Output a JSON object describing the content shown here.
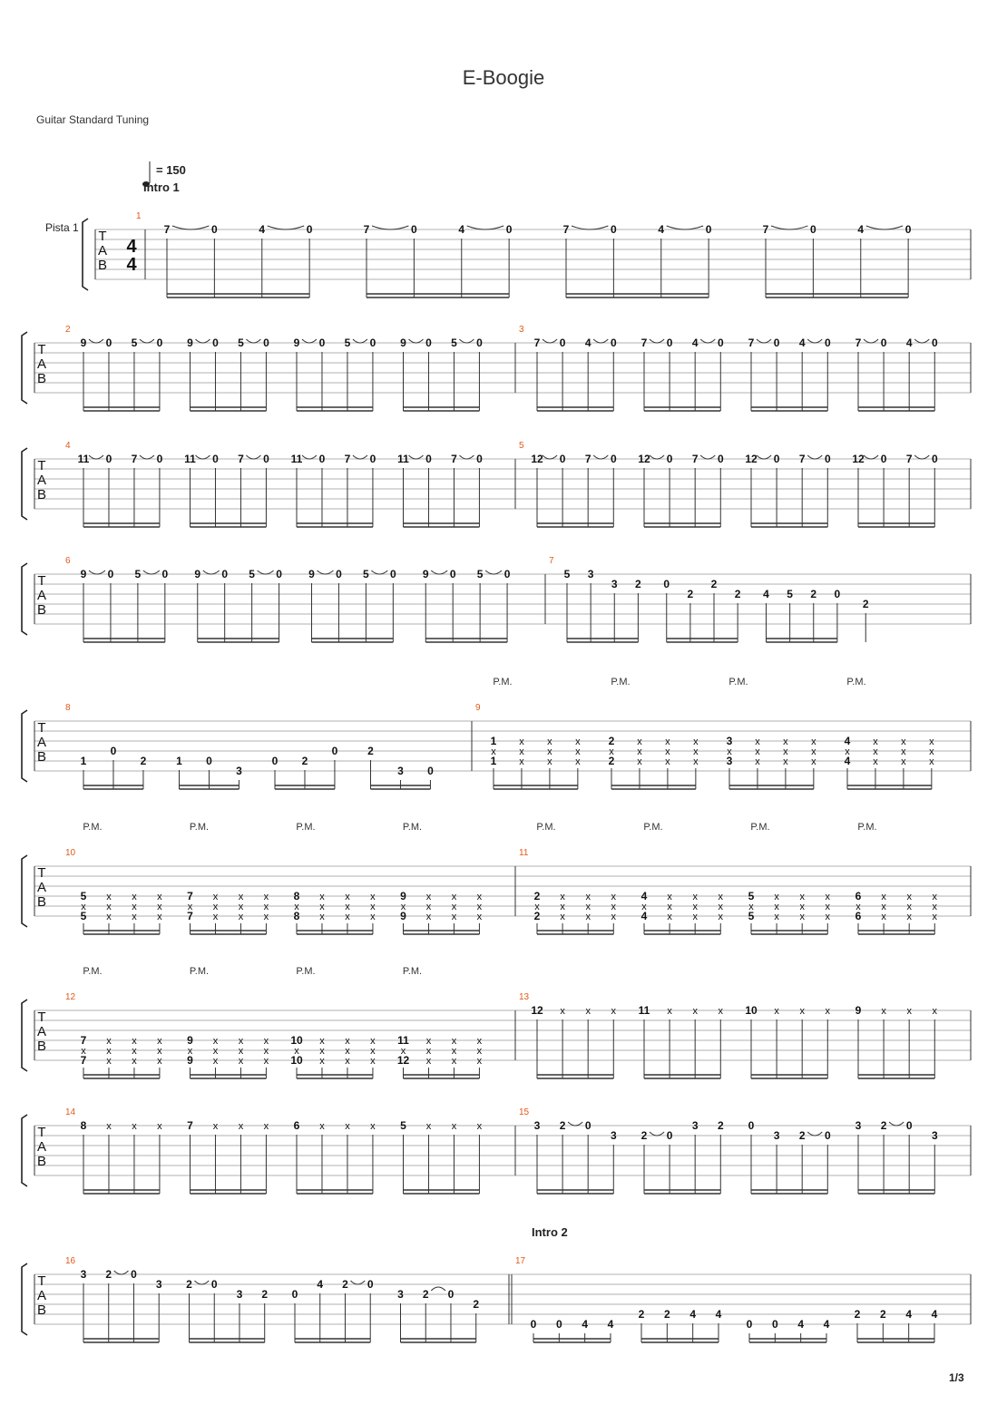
{
  "header": {
    "title": "E-Boogie",
    "tuning": "Guitar Standard Tuning",
    "track": "Pista 1",
    "tempo": "= 150",
    "page": "1/3",
    "time_sig_top": "4",
    "time_sig_bottom": "4",
    "pm_label": "P.M.",
    "clef": [
      "T",
      "A",
      "B"
    ]
  },
  "sections": [
    {
      "label": "Intro 1",
      "measure": 1
    },
    {
      "label": "Intro 2",
      "measure": 17
    }
  ],
  "measures": [
    {
      "n": 1,
      "notes": [
        {
          "f": "7",
          "s": 1,
          "tie": true
        },
        {
          "f": "0",
          "s": 1
        },
        {
          "f": "4",
          "s": 1,
          "tie": true
        },
        {
          "f": "0",
          "s": 1
        },
        {
          "f": "7",
          "s": 1,
          "tie": true
        },
        {
          "f": "0",
          "s": 1
        },
        {
          "f": "4",
          "s": 1,
          "tie": true
        },
        {
          "f": "0",
          "s": 1
        },
        {
          "f": "7",
          "s": 1,
          "tie": true
        },
        {
          "f": "0",
          "s": 1
        },
        {
          "f": "4",
          "s": 1,
          "tie": true
        },
        {
          "f": "0",
          "s": 1
        },
        {
          "f": "7",
          "s": 1,
          "tie": true
        },
        {
          "f": "0",
          "s": 1
        },
        {
          "f": "4",
          "s": 1,
          "tie": true
        },
        {
          "f": "0",
          "s": 1
        }
      ]
    },
    {
      "n": 2,
      "pattern": [
        "9",
        "0",
        "5",
        "0"
      ],
      "repeat": 4,
      "string": 1
    },
    {
      "n": 3,
      "pattern": [
        "7",
        "0",
        "4",
        "0"
      ],
      "repeat": 4,
      "string": 1
    },
    {
      "n": 4,
      "pattern": [
        "11",
        "0",
        "7",
        "0"
      ],
      "repeat": 4,
      "string": 1
    },
    {
      "n": 5,
      "pattern": [
        "12",
        "0",
        "7",
        "0"
      ],
      "repeat": 4,
      "string": 1
    },
    {
      "n": 6,
      "pattern": [
        "9",
        "0",
        "5",
        "0"
      ],
      "repeat": 4,
      "string": 1
    },
    {
      "n": 7,
      "notes": [
        {
          "f": "5",
          "s": 1
        },
        {
          "f": "3",
          "s": 1
        },
        {
          "f": "3",
          "s": 2
        },
        {
          "f": "2",
          "s": 2
        },
        {
          "f": "0",
          "s": 2
        },
        {
          "f": "2",
          "s": 3
        },
        {
          "f": "2",
          "s": 2
        },
        {
          "f": "2",
          "s": 3
        },
        {
          "f": "4",
          "s": 3
        },
        {
          "f": "5",
          "s": 3
        },
        {
          "f": "2",
          "s": 3
        },
        {
          "f": "0",
          "s": 3
        },
        {
          "f": "2",
          "s": 4
        }
      ]
    },
    {
      "n": 8,
      "notes": [
        {
          "f": "1",
          "s": 5
        },
        {
          "f": "0",
          "s": 4
        },
        {
          "f": "2",
          "s": 5
        },
        {
          "f": "1",
          "s": 5
        },
        {
          "f": "0",
          "s": 5
        },
        {
          "f": "3",
          "s": 6
        },
        {
          "f": "0",
          "s": 5
        },
        {
          "f": "2",
          "s": 5
        },
        {
          "f": "0",
          "s": 4
        },
        {
          "f": "2",
          "s": 4
        },
        {
          "f": "3",
          "s": 6
        },
        {
          "f": "0",
          "s": 6
        }
      ]
    },
    {
      "n": 9,
      "pm": true,
      "chords": [
        "1",
        "2",
        "3",
        "4"
      ],
      "top_string": 3
    },
    {
      "n": 10,
      "pm": true,
      "chords": [
        "5",
        "7",
        "8",
        "9"
      ],
      "top_string": 4
    },
    {
      "n": 11,
      "pm": true,
      "chords": [
        "2",
        "4",
        "5",
        "6"
      ],
      "top_string": 4
    },
    {
      "n": 12,
      "pm": true,
      "chords": [
        "7",
        "9",
        "10",
        "11"
      ],
      "bottom": [
        "7",
        "9",
        "10",
        "12"
      ],
      "top_string": 4
    },
    {
      "n": 13,
      "notes": [
        {
          "f": "12",
          "s": 1
        },
        {
          "f": "x",
          "s": 1
        },
        {
          "f": "x",
          "s": 1
        },
        {
          "f": "x",
          "s": 1
        },
        {
          "f": "11",
          "s": 1
        },
        {
          "f": "x",
          "s": 1
        },
        {
          "f": "x",
          "s": 1
        },
        {
          "f": "x",
          "s": 1
        },
        {
          "f": "10",
          "s": 1
        },
        {
          "f": "x",
          "s": 1
        },
        {
          "f": "x",
          "s": 1
        },
        {
          "f": "x",
          "s": 1
        },
        {
          "f": "9",
          "s": 1
        },
        {
          "f": "x",
          "s": 1
        },
        {
          "f": "x",
          "s": 1
        },
        {
          "f": "x",
          "s": 1
        }
      ]
    },
    {
      "n": 14,
      "notes": [
        {
          "f": "8",
          "s": 1
        },
        {
          "f": "x",
          "s": 1
        },
        {
          "f": "x",
          "s": 1
        },
        {
          "f": "x",
          "s": 1
        },
        {
          "f": "7",
          "s": 1
        },
        {
          "f": "x",
          "s": 1
        },
        {
          "f": "x",
          "s": 1
        },
        {
          "f": "x",
          "s": 1
        },
        {
          "f": "6",
          "s": 1
        },
        {
          "f": "x",
          "s": 1
        },
        {
          "f": "x",
          "s": 1
        },
        {
          "f": "x",
          "s": 1
        },
        {
          "f": "5",
          "s": 1
        },
        {
          "f": "x",
          "s": 1
        },
        {
          "f": "x",
          "s": 1
        },
        {
          "f": "x",
          "s": 1
        }
      ]
    },
    {
      "n": 15,
      "notes": [
        {
          "f": "3",
          "s": 1
        },
        {
          "f": "2",
          "s": 1,
          "tie": true
        },
        {
          "f": "0",
          "s": 1
        },
        {
          "f": "3",
          "s": 2
        },
        {
          "f": "2",
          "s": 2,
          "tie": true
        },
        {
          "f": "0",
          "s": 2
        },
        {
          "f": "3",
          "s": 1
        },
        {
          "f": "2",
          "s": 1,
          "tie": true
        },
        {
          "f": "0",
          "s": 1
        },
        {
          "f": "3",
          "s": 2
        },
        {
          "f": "2",
          "s": 2,
          "tie": true
        },
        {
          "f": "0",
          "s": 2
        },
        {
          "f": "3",
          "s": 1
        },
        {
          "f": "2",
          "s": 1,
          "tie": true
        },
        {
          "f": "0",
          "s": 1
        },
        {
          "f": "3",
          "s": 2
        }
      ]
    },
    {
      "n": 16,
      "notes": [
        {
          "f": "3",
          "s": 1
        },
        {
          "f": "2",
          "s": 1,
          "tie": true
        },
        {
          "f": "0",
          "s": 1
        },
        {
          "f": "3",
          "s": 2
        },
        {
          "f": "2",
          "s": 2,
          "tie": true
        },
        {
          "f": "0",
          "s": 2
        },
        {
          "f": "3",
          "s": 3
        },
        {
          "f": "2",
          "s": 3,
          "slur": true
        },
        {
          "f": "0",
          "s": 3
        },
        {
          "f": "4",
          "s": 2
        },
        {
          "f": "2",
          "s": 2,
          "tie": true
        },
        {
          "f": "0",
          "s": 2
        },
        {
          "f": "3",
          "s": 3
        },
        {
          "f": "2",
          "s": 3,
          "slur": true
        },
        {
          "f": "0",
          "s": 3
        },
        {
          "f": "2",
          "s": 4
        }
      ]
    },
    {
      "n": 17,
      "notes": [
        {
          "f": "0",
          "s": 6
        },
        {
          "f": "0",
          "s": 6
        },
        {
          "f": "4",
          "s": 6
        },
        {
          "f": "4",
          "s": 6
        },
        {
          "f": "2",
          "s": 5
        },
        {
          "f": "2",
          "s": 5
        },
        {
          "f": "4",
          "s": 5
        },
        {
          "f": "4",
          "s": 5
        },
        {
          "f": "0",
          "s": 6
        },
        {
          "f": "0",
          "s": 6
        },
        {
          "f": "4",
          "s": 6
        },
        {
          "f": "4",
          "s": 6
        },
        {
          "f": "2",
          "s": 5
        },
        {
          "f": "2",
          "s": 5
        },
        {
          "f": "4",
          "s": 5
        },
        {
          "f": "4",
          "s": 5
        }
      ]
    }
  ]
}
